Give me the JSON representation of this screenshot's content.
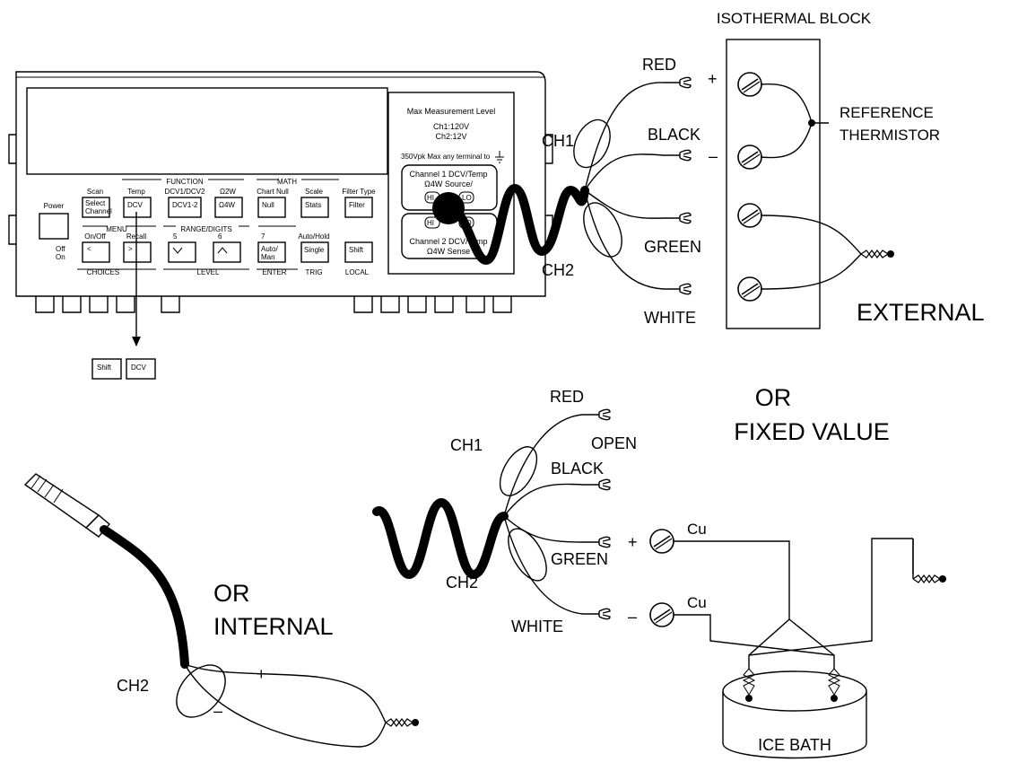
{
  "labels": {
    "isothermal_block": "ISOTHERMAL BLOCK",
    "red": "RED",
    "black": "BLACK",
    "green": "GREEN",
    "white": "WHITE",
    "plus": "+",
    "minus": "–",
    "reference_thermistor_1": "REFERENCE",
    "reference_thermistor_2": "THERMISTOR",
    "ch1": "CH1",
    "ch2": "CH2",
    "external": "EXTERNAL",
    "or": "OR",
    "fixed_value": "FIXED VALUE",
    "open": "OPEN",
    "internal": "INTERNAL",
    "cu": "Cu",
    "ice_bath": "ICE BATH"
  },
  "meter": {
    "max_level_title": "Max Measurement Level",
    "ch1_max": "Ch1:120V",
    "ch2_max": "Ch2:12V",
    "vpk_note": "350Vpk Max any terminal to",
    "ch1_panel": "Channel 1 DCV/Temp",
    "ch1_panel_sub": "Ω4W Source/",
    "ch2_panel": "Channel 2 DCV/Temp",
    "ch2_panel_sub": "Ω4W Sense",
    "hi": "HI",
    "lo": "LO",
    "power": "Power",
    "off": "Off",
    "on": "On",
    "function": "FUNCTION",
    "math": "MATH",
    "menu": "MENU",
    "range_digits": "RANGE/DIGITS",
    "choices": "CHOICES",
    "level": "LEVEL",
    "enter": "ENTER",
    "trig": "TRIG",
    "local": "LOCAL",
    "scan": "Scan",
    "select_channel_1": "Select",
    "select_channel_2": "Channel",
    "temp": "Temp",
    "dcv": "DCV",
    "dcv1_dcv2": "DCV1/DCV2",
    "dcv1_2": "DCV1-2",
    "ohm2w": "Ω2W",
    "ohm4w": "Ω4W",
    "chart_null": "Chart Null",
    "null": "Null",
    "scale": "Scale",
    "stats": "Stats",
    "filter_type": "Filter Type",
    "filter": "Filter",
    "on_off": "On/Off",
    "recall": "Recall",
    "less": "<",
    "greater": ">",
    "d5": "5",
    "d6": "6",
    "d7": "7",
    "auto_man_1": "Auto/",
    "auto_man_2": "Man",
    "auto_hold": "Auto/Hold",
    "single": "Single",
    "shift": "Shift"
  }
}
